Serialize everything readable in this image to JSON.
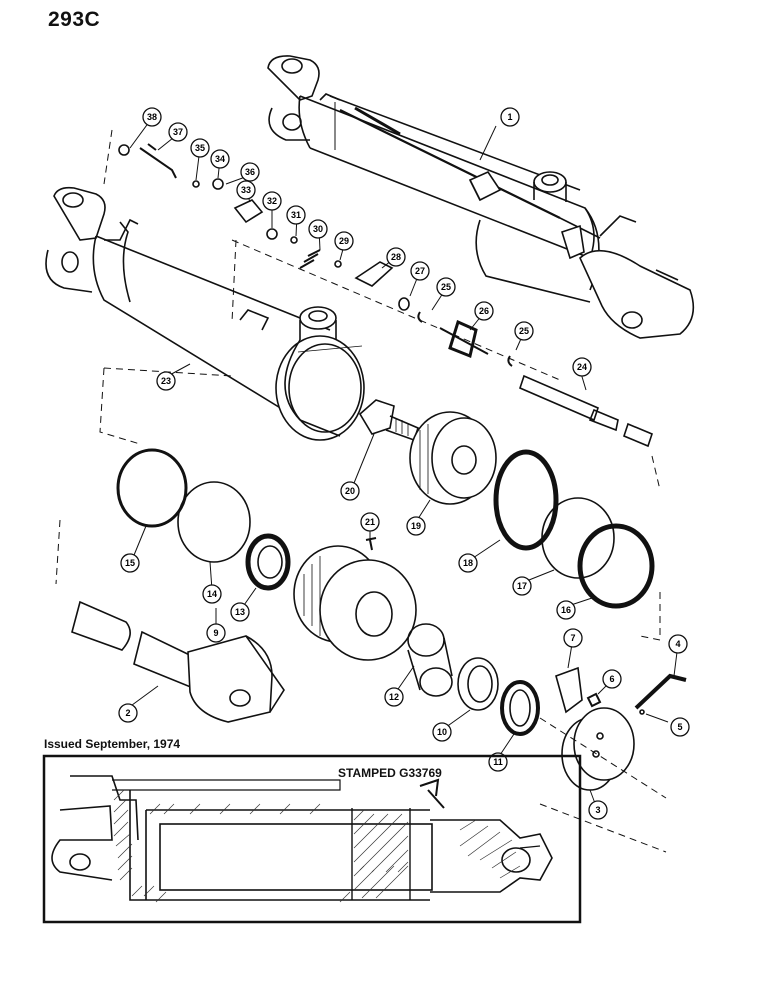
{
  "page_number": "293C",
  "issued_note": "Issued September, 1974",
  "stamp_note": "STAMPED G33769",
  "parts": [
    {
      "id": "1",
      "label": "1"
    },
    {
      "id": "2",
      "label": "2"
    },
    {
      "id": "3",
      "label": "3"
    },
    {
      "id": "4",
      "label": "4"
    },
    {
      "id": "5",
      "label": "5"
    },
    {
      "id": "6",
      "label": "6"
    },
    {
      "id": "7",
      "label": "7"
    },
    {
      "id": "9",
      "label": "9"
    },
    {
      "id": "10",
      "label": "10"
    },
    {
      "id": "11",
      "label": "11"
    },
    {
      "id": "12",
      "label": "12"
    },
    {
      "id": "13",
      "label": "13"
    },
    {
      "id": "14",
      "label": "14"
    },
    {
      "id": "15",
      "label": "15"
    },
    {
      "id": "16",
      "label": "16"
    },
    {
      "id": "17",
      "label": "17"
    },
    {
      "id": "18",
      "label": "18"
    },
    {
      "id": "19",
      "label": "19"
    },
    {
      "id": "20",
      "label": "20"
    },
    {
      "id": "21",
      "label": "21"
    },
    {
      "id": "23",
      "label": "23"
    },
    {
      "id": "24",
      "label": "24"
    },
    {
      "id": "25a",
      "label": "25"
    },
    {
      "id": "25b",
      "label": "25"
    },
    {
      "id": "26",
      "label": "26"
    },
    {
      "id": "27",
      "label": "27"
    },
    {
      "id": "28",
      "label": "28"
    },
    {
      "id": "29",
      "label": "29"
    },
    {
      "id": "30",
      "label": "30"
    },
    {
      "id": "31",
      "label": "31"
    },
    {
      "id": "32",
      "label": "32"
    },
    {
      "id": "33",
      "label": "33"
    },
    {
      "id": "34",
      "label": "34"
    },
    {
      "id": "35",
      "label": "35"
    },
    {
      "id": "36",
      "label": "36"
    },
    {
      "id": "37",
      "label": "37"
    },
    {
      "id": "38",
      "label": "38"
    }
  ]
}
